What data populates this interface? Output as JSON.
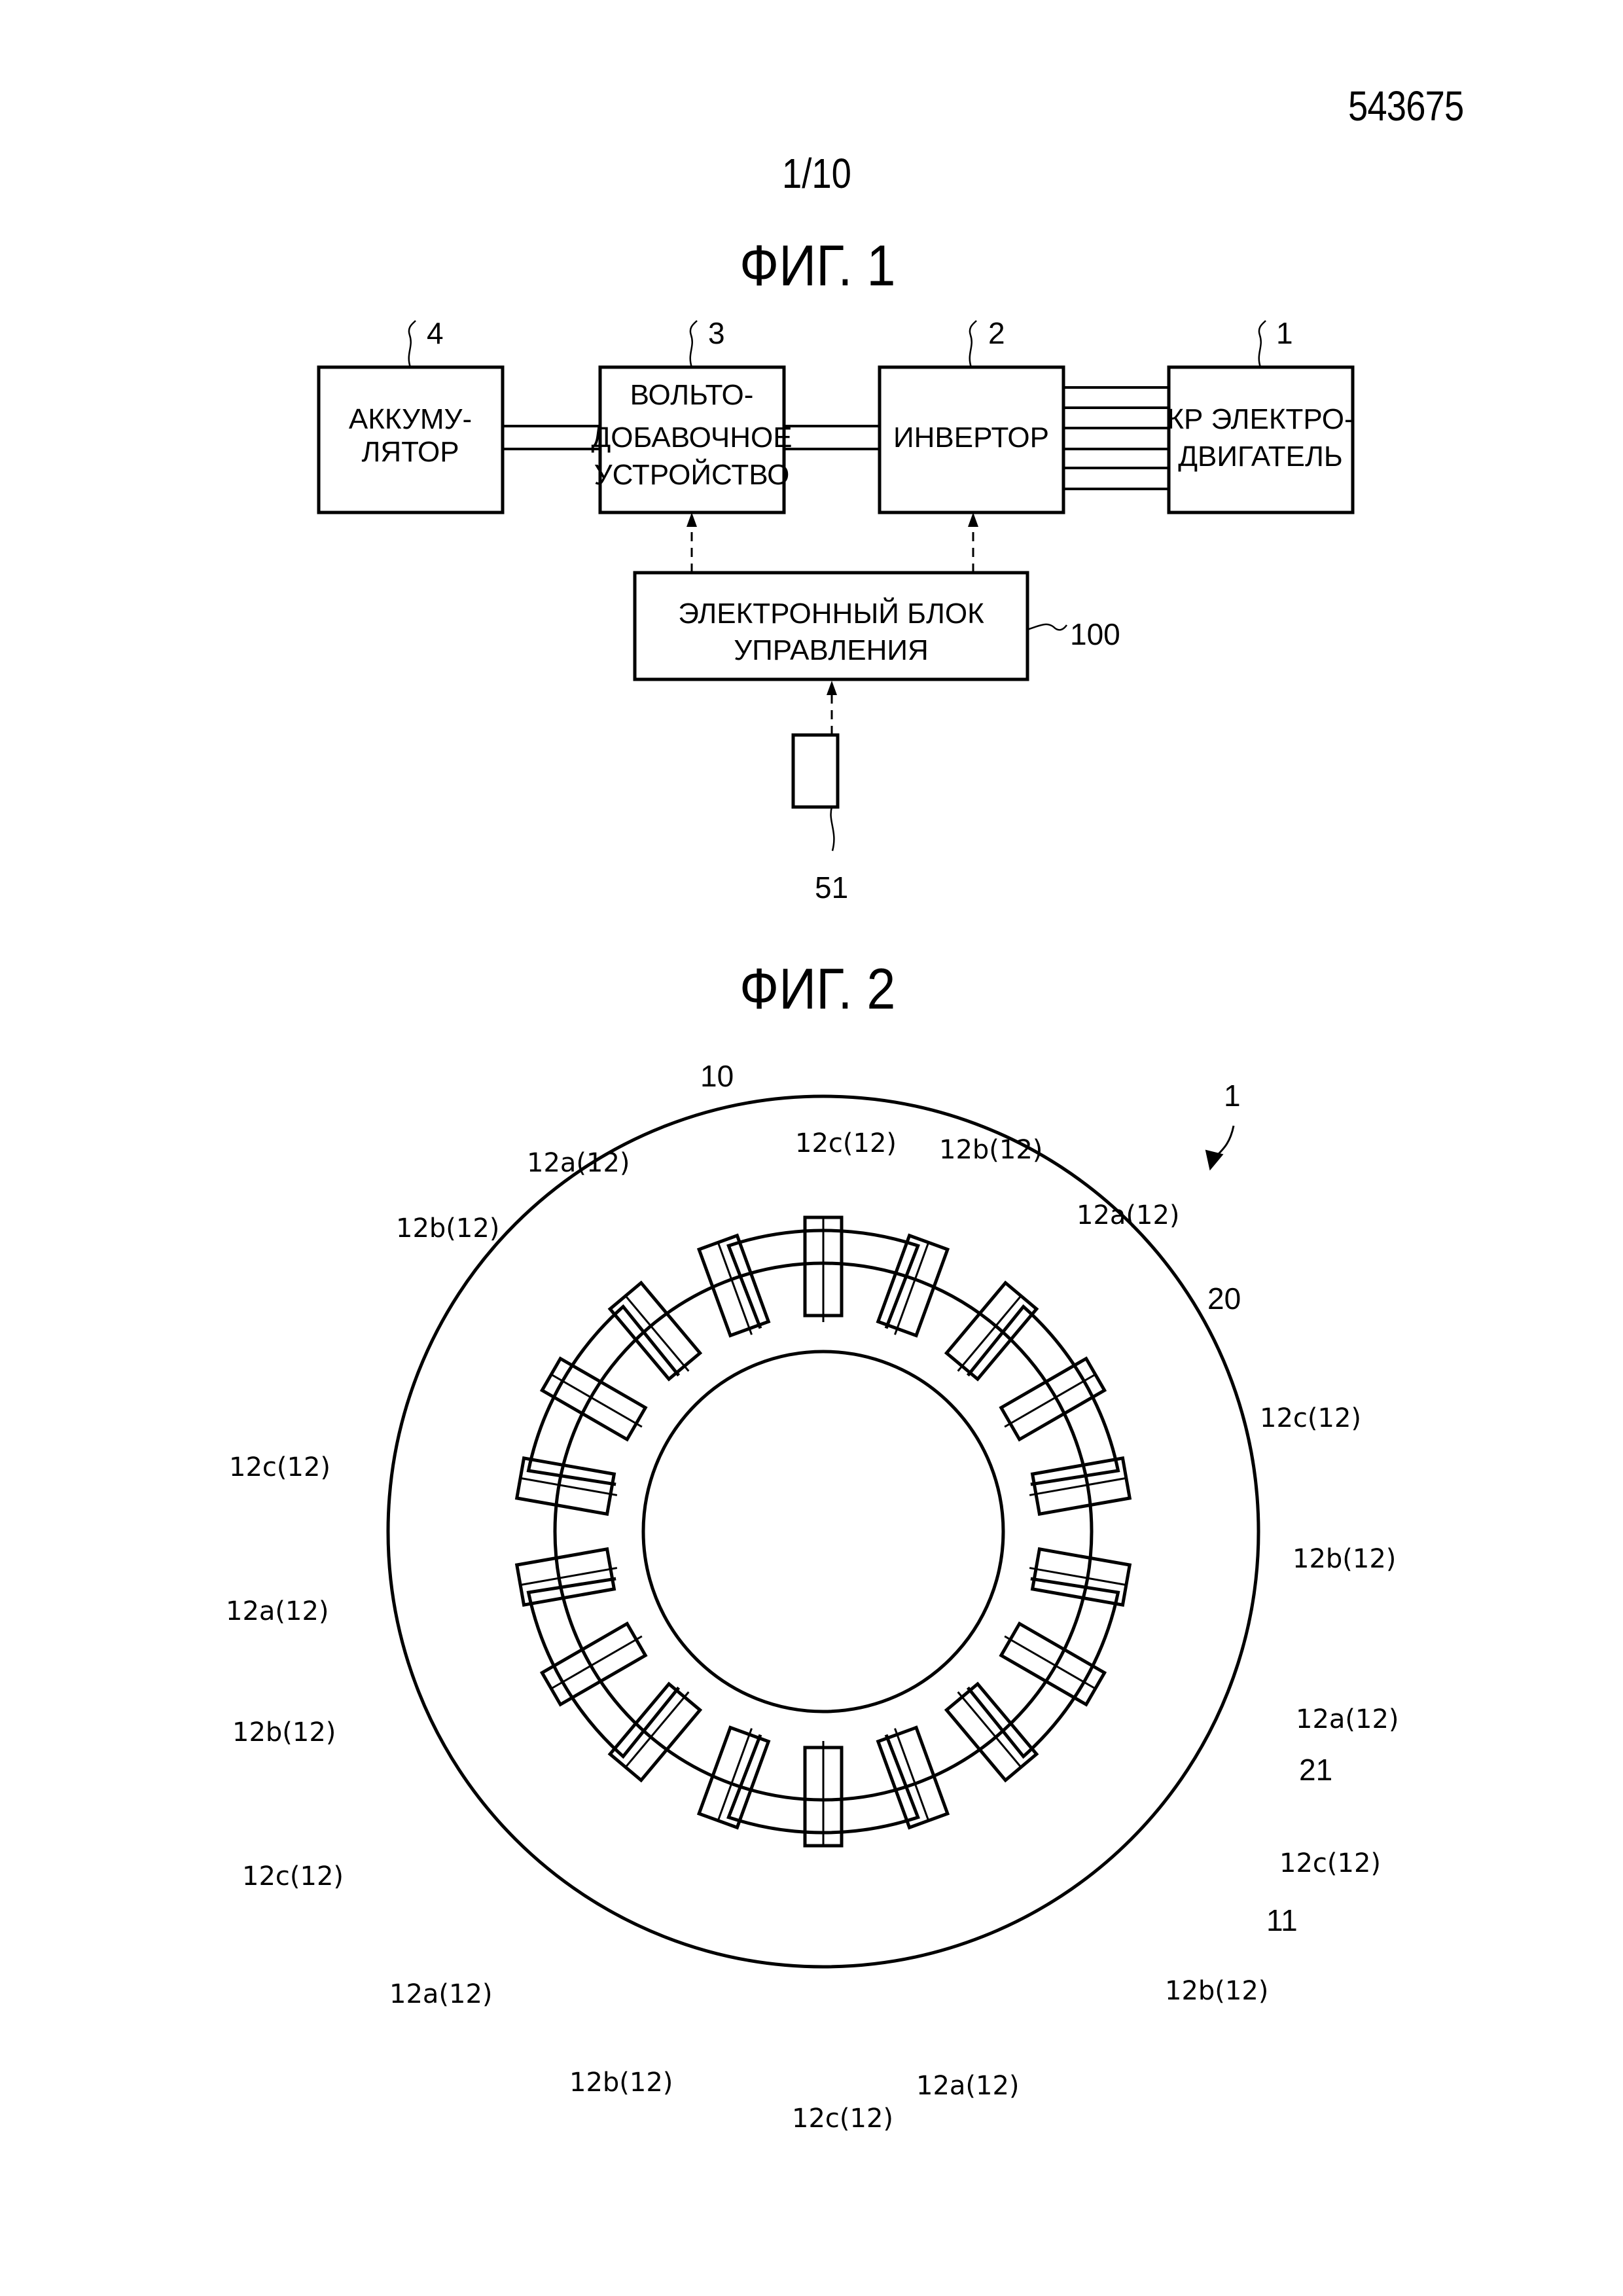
{
  "header": {
    "document_number": "543675",
    "page": "1/10"
  },
  "figure1": {
    "title": "ФИГ. 1",
    "blocks": [
      {
        "ref": "4",
        "lines": [
          "АККУМУ-",
          "ЛЯТОР"
        ]
      },
      {
        "ref": "3",
        "lines": [
          "ВОЛЬТО-",
          "ДОБАВОЧНОЕ",
          "УСТРОЙСТВО"
        ]
      },
      {
        "ref": "2",
        "lines": [
          "ИНВЕРТОР"
        ]
      },
      {
        "ref": "1",
        "lines": [
          "КР ЭЛЕКТРО-",
          "ДВИГАТЕЛЬ"
        ]
      }
    ],
    "controller": {
      "ref": "100",
      "lines": [
        "ЭЛЕКТРОННЫЙ БЛОК",
        "УПРАВЛЕНИЯ"
      ]
    },
    "sensor": {
      "ref": "51"
    },
    "connections": {
      "battery_to_booster_wires": 2,
      "booster_to_inverter_wires": 2,
      "inverter_to_motor_wires": 6,
      "control_signals": [
        "100 -> 3",
        "100 -> 2",
        "51 -> 100"
      ]
    }
  },
  "figure2": {
    "title": "ФИГ. 2",
    "refs": {
      "motor": "1",
      "stator": "10",
      "stator_core": "11",
      "rotor": "20",
      "rotor_tooth": "21"
    },
    "magnet_labels": [
      "12c(12)",
      "12b(12)",
      "12a(12)",
      "12c(12)",
      "12b(12)",
      "12a(12)",
      "12c(12)",
      "12b(12)",
      "12a(12)",
      "12c(12)",
      "12b(12)",
      "12a(12)",
      "12c(12)",
      "12b(12)",
      "12a(12)",
      "12c(12)",
      "12b(12)",
      "12a(12)"
    ],
    "magnet_count": 18,
    "rotor_pole_count": 6
  }
}
